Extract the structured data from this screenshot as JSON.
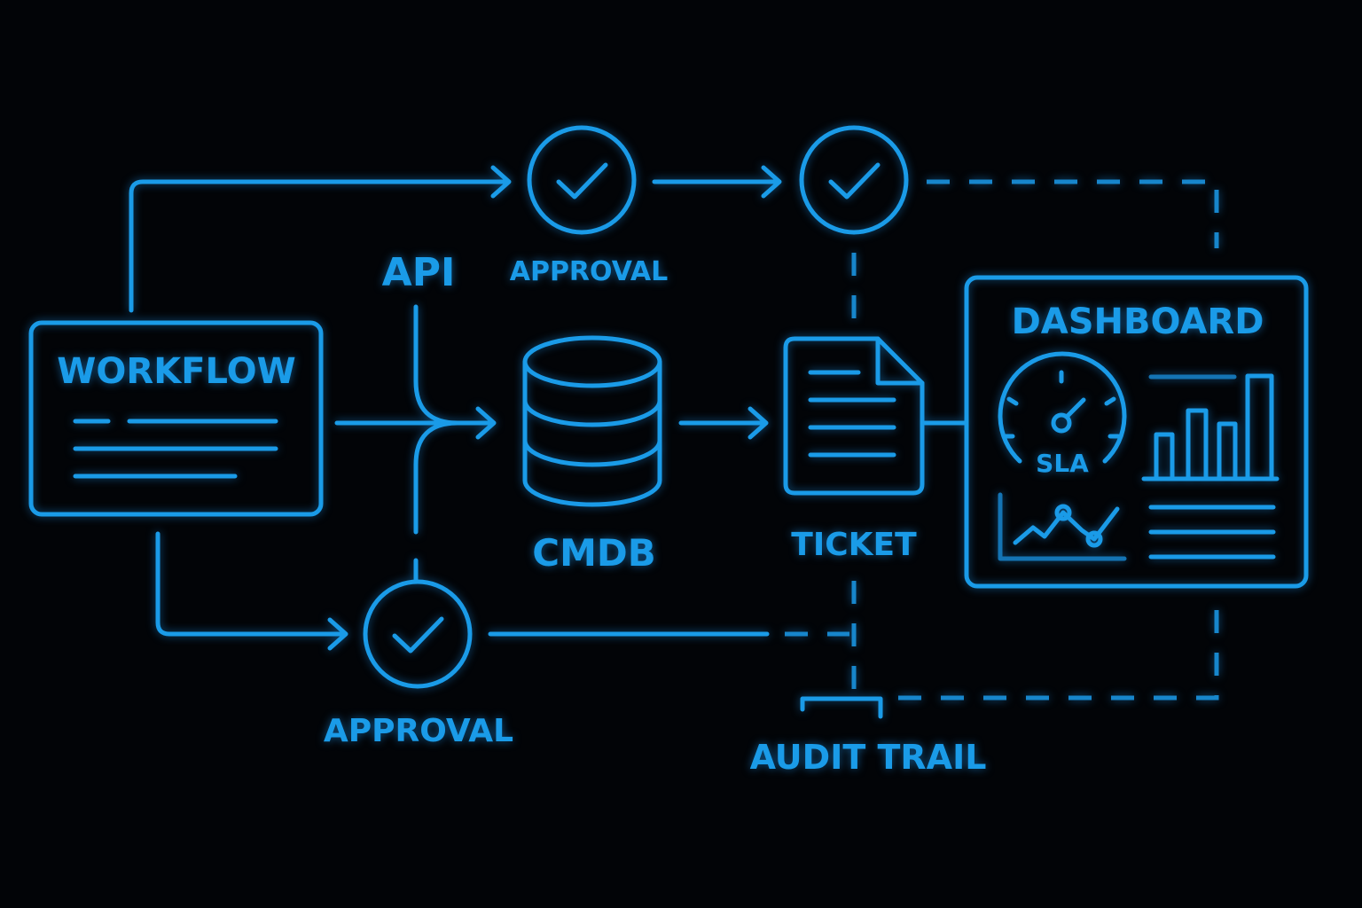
{
  "nodes": {
    "workflow": "WORKFLOW",
    "api": "API",
    "approval_top": "APPROVAL",
    "cmdb": "CMDB",
    "ticket": "TICKET",
    "approval_bottom": "APPROVAL",
    "dashboard": "DASHBOARD",
    "sla": "SLA",
    "audit_trail": "AUDIT TRAIL"
  },
  "icons": {
    "check": "check-circle-icon",
    "database": "database-icon",
    "document": "document-icon",
    "gauge": "gauge-icon",
    "bar_chart": "bar-chart-icon",
    "line_chart": "line-chart-icon"
  },
  "colors": {
    "background": "#020407",
    "accent": "#1a9be8"
  }
}
